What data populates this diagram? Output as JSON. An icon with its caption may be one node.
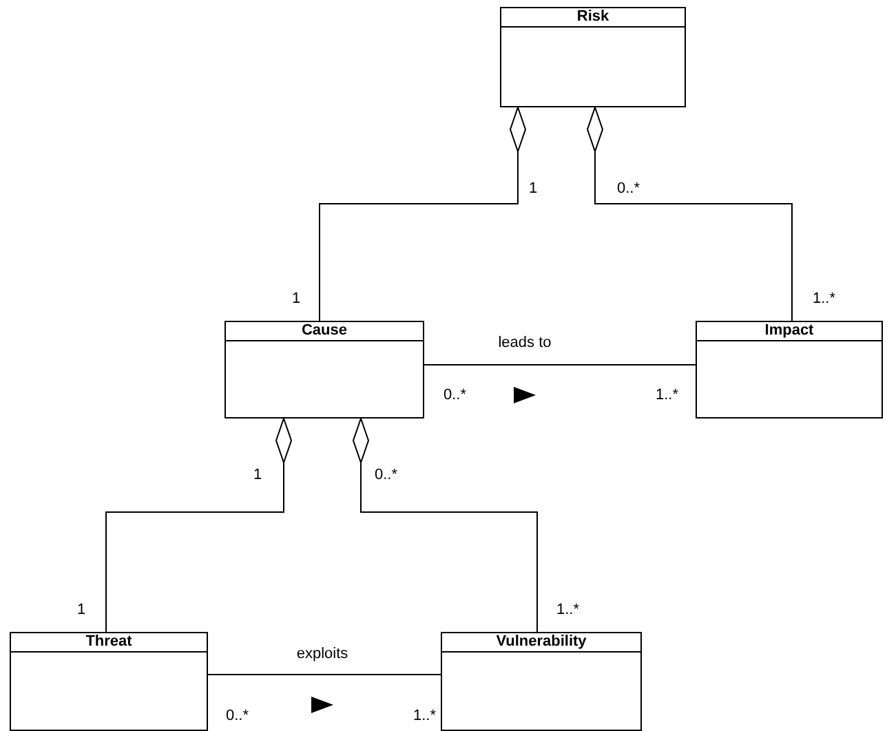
{
  "diagram": {
    "nodes": [
      {
        "text": [
          "Risk"
        ]
      },
      {
        "text": [
          "Cause"
        ]
      },
      {
        "text": [
          "Impact"
        ]
      },
      {
        "text": [
          "Threat"
        ]
      },
      {
        "text": [
          "Vulnerability"
        ]
      }
    ],
    "edges": [
      {
        "from": 0,
        "to": 1,
        "arrow": "other"
      },
      {
        "from": 0,
        "to": 2,
        "arrow": "other"
      },
      {
        "from": 1,
        "to": 2,
        "arrow": "none",
        "label": "leads to"
      },
      {
        "from": 1,
        "to": 3,
        "arrow": "other"
      },
      {
        "from": 1,
        "to": 4,
        "arrow": "other"
      },
      {
        "from": 3,
        "to": 4,
        "arrow": "none",
        "label": "exploits"
      }
    ],
    "labels": [
      "1",
      "0..*",
      "1",
      "1..*",
      "0..*",
      "1..*",
      "1",
      "0..*",
      "1",
      "1..*",
      "0..*",
      "1..*"
    ]
  }
}
